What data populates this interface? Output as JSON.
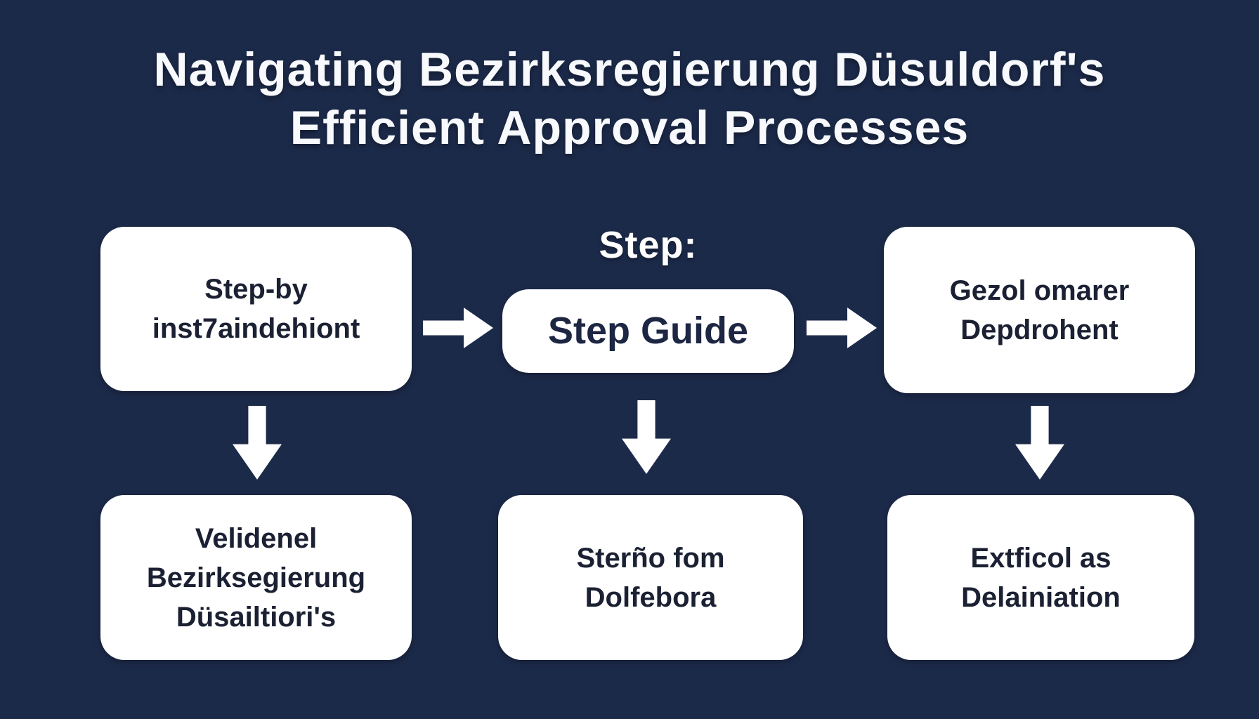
{
  "title": {
    "line1": "Navigating Bezirksregierung Düsuldorf's",
    "line2": "Efficient Approval Processes"
  },
  "diagram": {
    "step_label": "Step:",
    "boxes": {
      "top_left": {
        "lines": [
          "Step-by",
          "inst7aindehiont"
        ]
      },
      "center": {
        "lines": [
          "Step Guide"
        ]
      },
      "top_right": {
        "lines": [
          "Gezol omarer",
          "Depdrohent"
        ]
      },
      "bottom_left": {
        "lines": [
          "Velidenel",
          "Bezirksegierung",
          "Düsailtiori's"
        ]
      },
      "bottom_center": {
        "lines": [
          "Sterño fom",
          "Dolfebora"
        ]
      },
      "bottom_right": {
        "lines": [
          "Extficol as",
          "Delainiation"
        ]
      }
    },
    "arrows": [
      "right",
      "right",
      "down",
      "down",
      "down"
    ]
  },
  "colors": {
    "background": "#1c2a4a",
    "box_background": "#ffffff",
    "box_text": "#1b2133",
    "title_text": "#f7f9fc",
    "arrow": "#ffffff"
  }
}
